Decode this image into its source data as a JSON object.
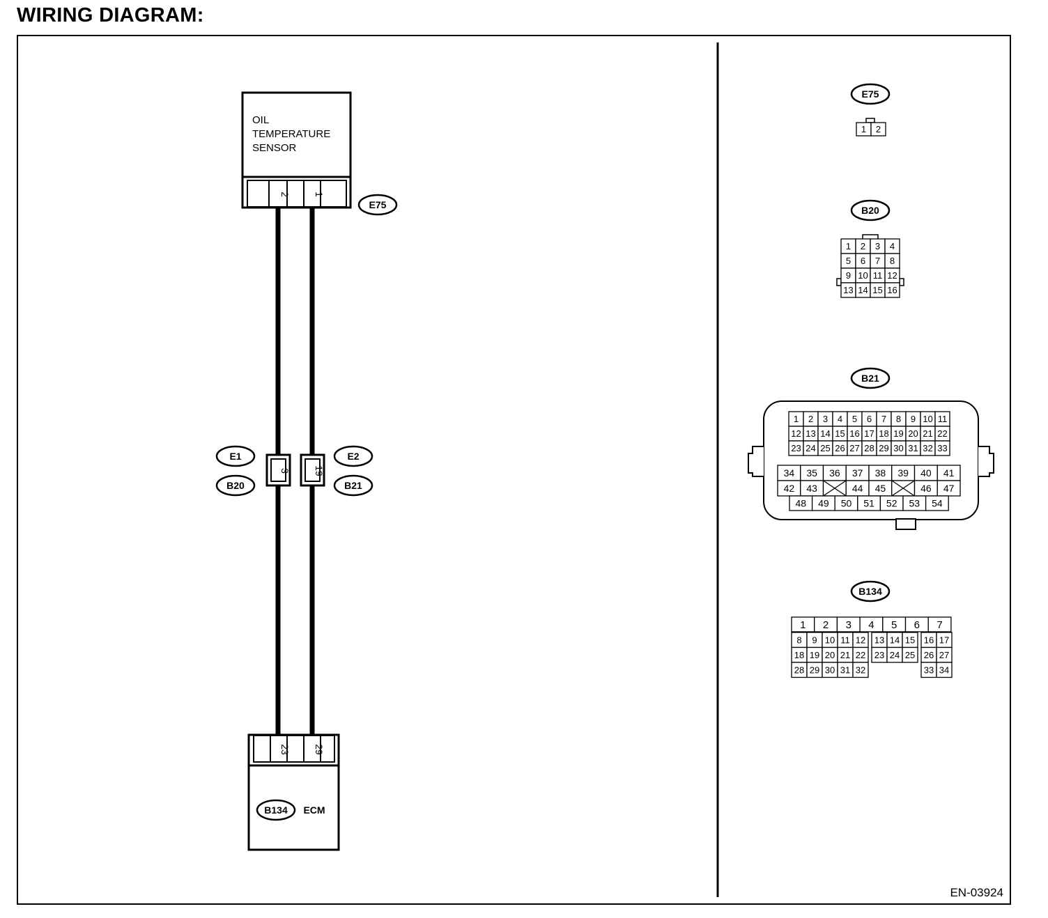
{
  "title": "WIRING DIAGRAM:",
  "diagram_id": "EN-03924",
  "sensor": {
    "lines": [
      "OIL",
      "TEMPERATURE",
      "SENSOR"
    ],
    "connector": "E75",
    "pins": [
      "2",
      "1"
    ]
  },
  "junction": {
    "left": {
      "top_label": "E1",
      "bottom_label": "B20",
      "pin": "3"
    },
    "right": {
      "top_label": "E2",
      "bottom_label": "B21",
      "pin": "19"
    }
  },
  "ecm": {
    "connector": "B134",
    "label": "ECM",
    "pins": [
      "23",
      "29"
    ]
  },
  "connector_views": {
    "e75": {
      "label": "E75",
      "pins": [
        "1",
        "2"
      ]
    },
    "b20": {
      "label": "B20",
      "rows": [
        [
          "1",
          "2",
          "3",
          "4"
        ],
        [
          "5",
          "6",
          "7",
          "8"
        ],
        [
          "9",
          "10",
          "11",
          "12"
        ],
        [
          "13",
          "14",
          "15",
          "16"
        ]
      ]
    },
    "b21": {
      "label": "B21",
      "upper_rows": [
        [
          "1",
          "2",
          "3",
          "4",
          "5",
          "6",
          "7",
          "8",
          "9",
          "10",
          "11"
        ],
        [
          "12",
          "13",
          "14",
          "15",
          "16",
          "17",
          "18",
          "19",
          "20",
          "21",
          "22"
        ],
        [
          "23",
          "24",
          "25",
          "26",
          "27",
          "28",
          "29",
          "30",
          "31",
          "32",
          "33"
        ]
      ],
      "lower_row1": [
        "34",
        "35",
        "36",
        "37",
        "38",
        "39",
        "40",
        "41"
      ],
      "lower_row2": [
        "42",
        "43",
        "",
        "44",
        "45",
        "",
        "46",
        "47"
      ],
      "lower_row3": [
        "48",
        "49",
        "50",
        "51",
        "52",
        "53",
        "54"
      ]
    },
    "b134": {
      "label": "B134",
      "top_row": [
        "1",
        "2",
        "3",
        "4",
        "5",
        "6",
        "7"
      ],
      "left_rows": [
        [
          "8",
          "9",
          "10",
          "11",
          "12"
        ],
        [
          "18",
          "19",
          "20",
          "21",
          "22"
        ],
        [
          "28",
          "29",
          "30",
          "31",
          "32"
        ]
      ],
      "mid_rows": [
        [
          "13",
          "14",
          "15"
        ],
        [
          "23",
          "24",
          "25"
        ]
      ],
      "right_rows": [
        [
          "16",
          "17"
        ],
        [
          "26",
          "27"
        ],
        [
          "33",
          "34"
        ]
      ]
    }
  }
}
